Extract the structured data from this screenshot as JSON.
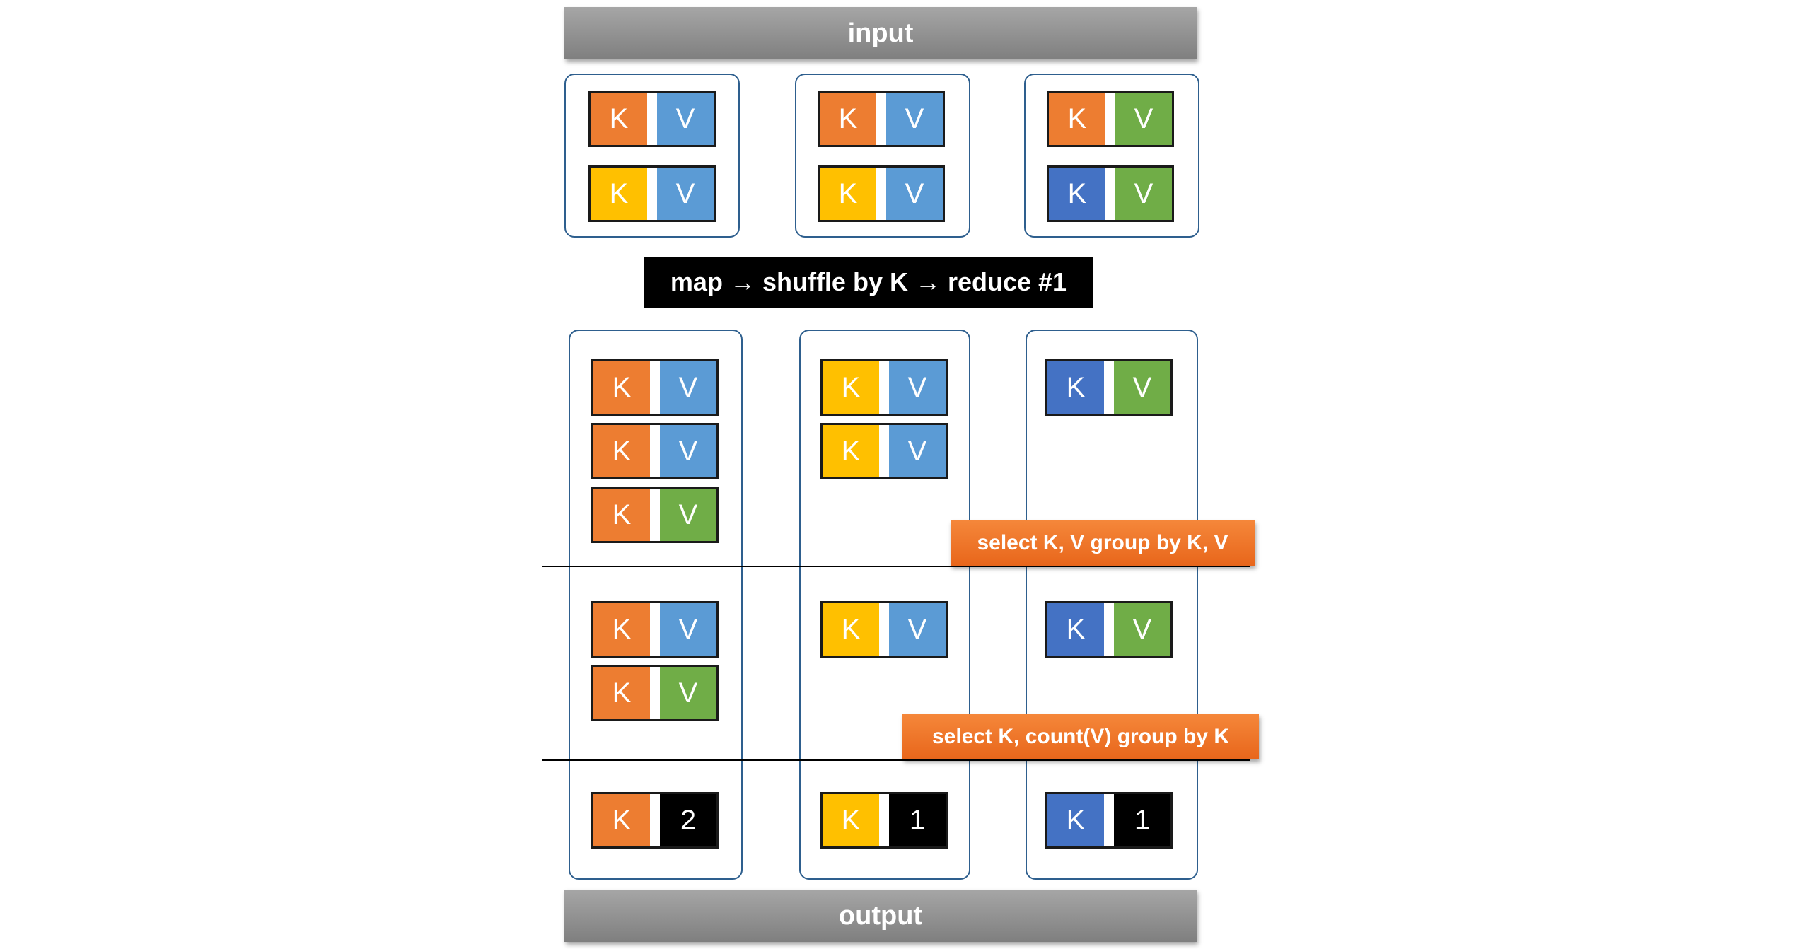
{
  "colors": {
    "orange": "#ED7D31",
    "yellow": "#FFC000",
    "blue_key": "#4472C4",
    "light_blue": "#5B9BD5",
    "green": "#70AD47",
    "black": "#000000",
    "panel_border": "#2E5F8E",
    "banner_gray": "#8C8C8C"
  },
  "input_label": "input",
  "output_label": "output",
  "step_label": "map → shuffle by K → reduce #1",
  "note1": "select K, V group by K, V",
  "note2": "select K, count(V) group by K",
  "input_pairs": [
    [
      {
        "k": "K",
        "v": "V",
        "kc": "orange",
        "vc": "light_blue"
      },
      {
        "k": "K",
        "v": "V",
        "kc": "yellow",
        "vc": "light_blue"
      }
    ],
    [
      {
        "k": "K",
        "v": "V",
        "kc": "orange",
        "vc": "light_blue"
      },
      {
        "k": "K",
        "v": "V",
        "kc": "yellow",
        "vc": "light_blue"
      }
    ],
    [
      {
        "k": "K",
        "v": "V",
        "kc": "orange",
        "vc": "green"
      },
      {
        "k": "K",
        "v": "V",
        "kc": "blue_key",
        "vc": "green"
      }
    ]
  ],
  "reduce_pairs": [
    [
      {
        "k": "K",
        "v": "V",
        "kc": "orange",
        "vc": "light_blue"
      },
      {
        "k": "K",
        "v": "V",
        "kc": "orange",
        "vc": "light_blue"
      },
      {
        "k": "K",
        "v": "V",
        "kc": "orange",
        "vc": "green"
      }
    ],
    [
      {
        "k": "K",
        "v": "V",
        "kc": "yellow",
        "vc": "light_blue"
      },
      {
        "k": "K",
        "v": "V",
        "kc": "yellow",
        "vc": "light_blue"
      }
    ],
    [
      {
        "k": "K",
        "v": "V",
        "kc": "blue_key",
        "vc": "green"
      }
    ]
  ],
  "distinct_pairs": [
    [
      {
        "k": "K",
        "v": "V",
        "kc": "orange",
        "vc": "light_blue"
      },
      {
        "k": "K",
        "v": "V",
        "kc": "orange",
        "vc": "green"
      }
    ],
    [
      {
        "k": "K",
        "v": "V",
        "kc": "yellow",
        "vc": "light_blue"
      }
    ],
    [
      {
        "k": "K",
        "v": "V",
        "kc": "blue_key",
        "vc": "green"
      }
    ]
  ],
  "count_pairs": [
    [
      {
        "k": "K",
        "v": "2",
        "kc": "orange",
        "vc": "black"
      }
    ],
    [
      {
        "k": "K",
        "v": "1",
        "kc": "yellow",
        "vc": "black"
      }
    ],
    [
      {
        "k": "K",
        "v": "1",
        "kc": "blue_key",
        "vc": "black"
      }
    ]
  ]
}
